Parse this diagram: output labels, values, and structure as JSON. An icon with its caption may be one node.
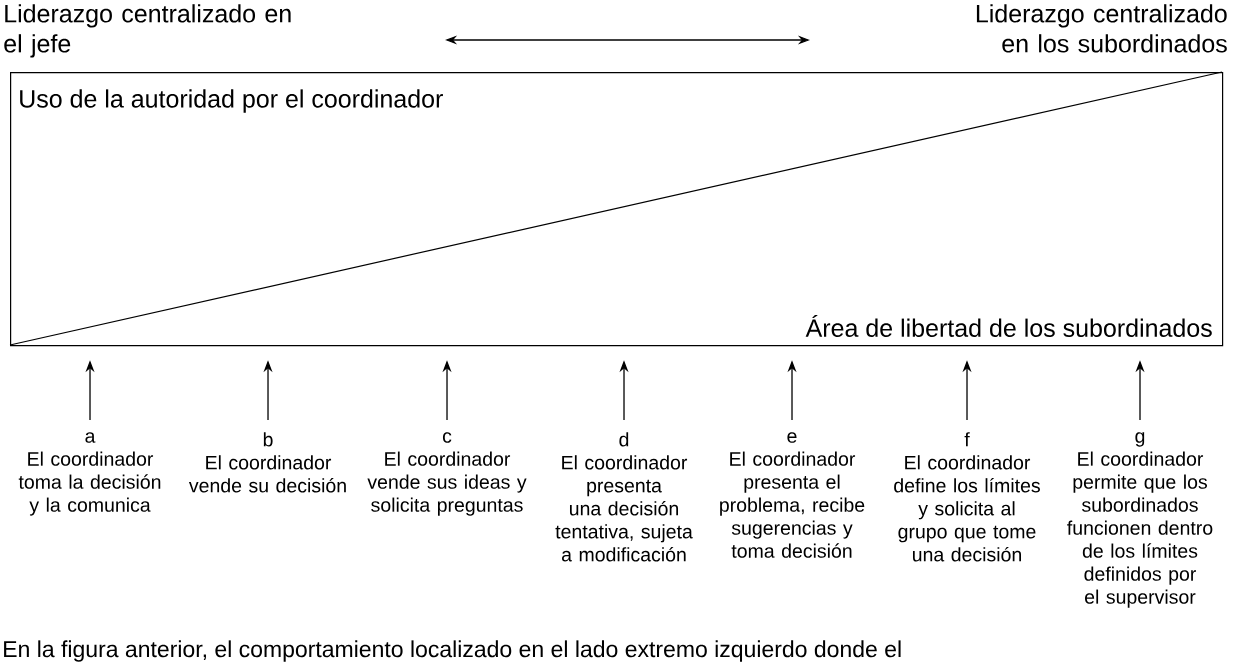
{
  "diagram": {
    "nodes": [
      {
        "text": [
          "Uso de la autoridad por el coordinador",
          "Área de libertad de los subordinados"
        ]
      },
      {
        "text": [
          "a",
          "El coordinador toma la decisión y la comunica"
        ]
      },
      {
        "text": [
          "b",
          "El coordinador vende su decisión"
        ]
      },
      {
        "text": [
          "c",
          "El coordinador vende sus ideas y solicita preguntas"
        ]
      },
      {
        "text": [
          "d",
          "El coordinador presenta una decisión tentativa, sujeta a modificación"
        ]
      },
      {
        "text": [
          "e",
          "El coordinador presenta el problema, recibe sugerencias y toma decisión"
        ]
      },
      {
        "text": [
          "f",
          "El coordinador define los límites y solicita al grupo que tome una decisión"
        ]
      },
      {
        "text": [
          "g",
          "El coordinador permite que los subordinados funcionen dentro de los límites definidos por el supervisor"
        ]
      }
    ],
    "edges": [
      {
        "from": 1,
        "to": 0,
        "arrow": "to"
      },
      {
        "from": 2,
        "to": 0,
        "arrow": "to"
      },
      {
        "from": 3,
        "to": 0,
        "arrow": "to"
      },
      {
        "from": 4,
        "to": 0,
        "arrow": "to"
      },
      {
        "from": 5,
        "to": 0,
        "arrow": "to"
      },
      {
        "from": 6,
        "to": 0,
        "arrow": "to"
      },
      {
        "from": 7,
        "to": 0,
        "arrow": "to"
      }
    ],
    "labels": [
      "Liderazgo centralizado en el jefe",
      "Liderazgo centralizado en los subordinados",
      "En la figura anterior, el comportamiento localizado en el lado extremo izquierdo donde el"
    ]
  }
}
